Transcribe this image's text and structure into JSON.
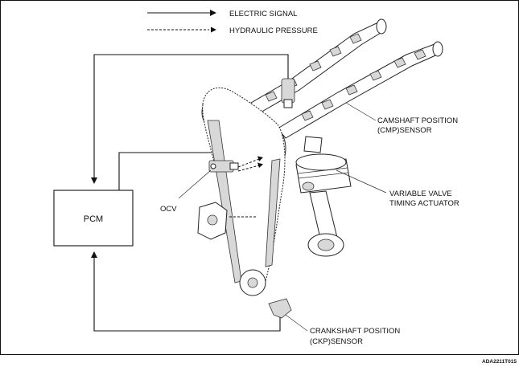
{
  "legend": {
    "electric_signal": "ELECTRIC SIGNAL",
    "hydraulic_pressure": "HYDRAULIC PRESSURE"
  },
  "labels": {
    "pcm": "PCM",
    "ocv": "OCV",
    "cmp_sensor_line1": "CAMSHAFT POSITION",
    "cmp_sensor_line2": "(CMP)SENSOR",
    "vvt_actuator_line1": "VARIABLE VALVE",
    "vvt_actuator_line2": "TIMING ACTUATOR",
    "ckp_sensor_line1": "CRANKSHAFT POSITION",
    "ckp_sensor_line2": "(CKP)SENSOR"
  },
  "figure_code": "ADA2211T015",
  "colors": {
    "line": "#111111",
    "background": "#ffffff"
  }
}
